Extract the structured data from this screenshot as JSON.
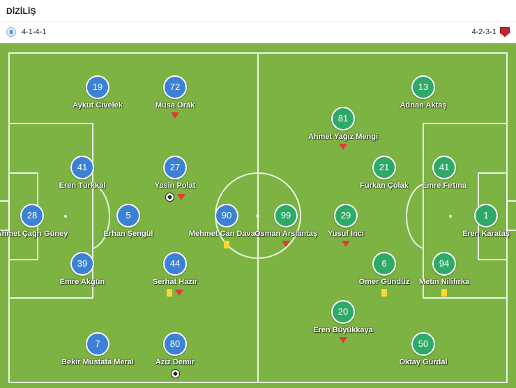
{
  "header": {
    "title": "DİZİLİŞ"
  },
  "teams": {
    "home": {
      "formation": "4-1-4-1"
    },
    "away": {
      "formation": "4-2-3-1"
    }
  },
  "players": [
    {
      "id": "h1",
      "team": "home",
      "number": "28",
      "name": "Ahmet Çağrı Güney",
      "events": []
    },
    {
      "id": "h2",
      "team": "home",
      "number": "19",
      "name": "Aykut Civelek",
      "events": []
    },
    {
      "id": "h3",
      "team": "home",
      "number": "41",
      "name": "Eren Türkkal",
      "events": []
    },
    {
      "id": "h4",
      "team": "home",
      "number": "39",
      "name": "Emre Akgün",
      "events": []
    },
    {
      "id": "h5",
      "team": "home",
      "number": "7",
      "name": "Bekir Mustafa Meral",
      "events": []
    },
    {
      "id": "h6",
      "team": "home",
      "number": "5",
      "name": "Erhan Şengül",
      "events": []
    },
    {
      "id": "h7",
      "team": "home",
      "number": "72",
      "name": "Musa Orak",
      "events": [
        "sub"
      ]
    },
    {
      "id": "h8",
      "team": "home",
      "number": "27",
      "name": "Yasin Polat",
      "events": [
        "goal",
        "sub"
      ]
    },
    {
      "id": "h9",
      "team": "home",
      "number": "44",
      "name": "Serhat Hazır",
      "events": [
        "yellow",
        "sub"
      ]
    },
    {
      "id": "h10",
      "team": "home",
      "number": "80",
      "name": "Aziz Demir",
      "events": [
        "goal"
      ]
    },
    {
      "id": "h11",
      "team": "home",
      "number": "90",
      "name": "Mehmet Can Davarcı",
      "events": [
        "yellow"
      ]
    },
    {
      "id": "a1",
      "team": "away",
      "number": "99",
      "name": "Osman Arslantaş",
      "events": [
        "sub"
      ]
    },
    {
      "id": "a2",
      "team": "away",
      "number": "81",
      "name": "Ahmet Yağız Mengi",
      "events": [
        "sub"
      ]
    },
    {
      "id": "a3",
      "team": "away",
      "number": "29",
      "name": "Yusuf İnci",
      "events": [
        "sub"
      ]
    },
    {
      "id": "a4",
      "team": "away",
      "number": "20",
      "name": "Eren Büyükkaya",
      "events": [
        "sub"
      ]
    },
    {
      "id": "a5",
      "team": "away",
      "number": "21",
      "name": "Furkan Çolak",
      "events": []
    },
    {
      "id": "a6",
      "team": "away",
      "number": "6",
      "name": "Ömer Gündüz",
      "events": [
        "yellow"
      ]
    },
    {
      "id": "a7",
      "team": "away",
      "number": "13",
      "name": "Adnan Aktaş",
      "events": []
    },
    {
      "id": "a8",
      "team": "away",
      "number": "41",
      "name": "Emre Fırtına",
      "events": []
    },
    {
      "id": "a9",
      "team": "away",
      "number": "94",
      "name": "Metin Nilifırka",
      "events": [
        "yellow"
      ]
    },
    {
      "id": "a10",
      "team": "away",
      "number": "50",
      "name": "Oktay Gürdal",
      "events": []
    },
    {
      "id": "a11",
      "team": "away",
      "number": "1",
      "name": "Eren Karataş",
      "events": []
    }
  ],
  "icons": {
    "sub": "substitution-off-icon",
    "yellow": "yellow-card-icon",
    "goal": "goal-ball-icon"
  },
  "colors": {
    "pitch": "#7cb342",
    "home_player": "#3b82d6",
    "away_player": "#2eaa67",
    "substitution": "#e53935",
    "yellow_card": "#fdd835"
  }
}
